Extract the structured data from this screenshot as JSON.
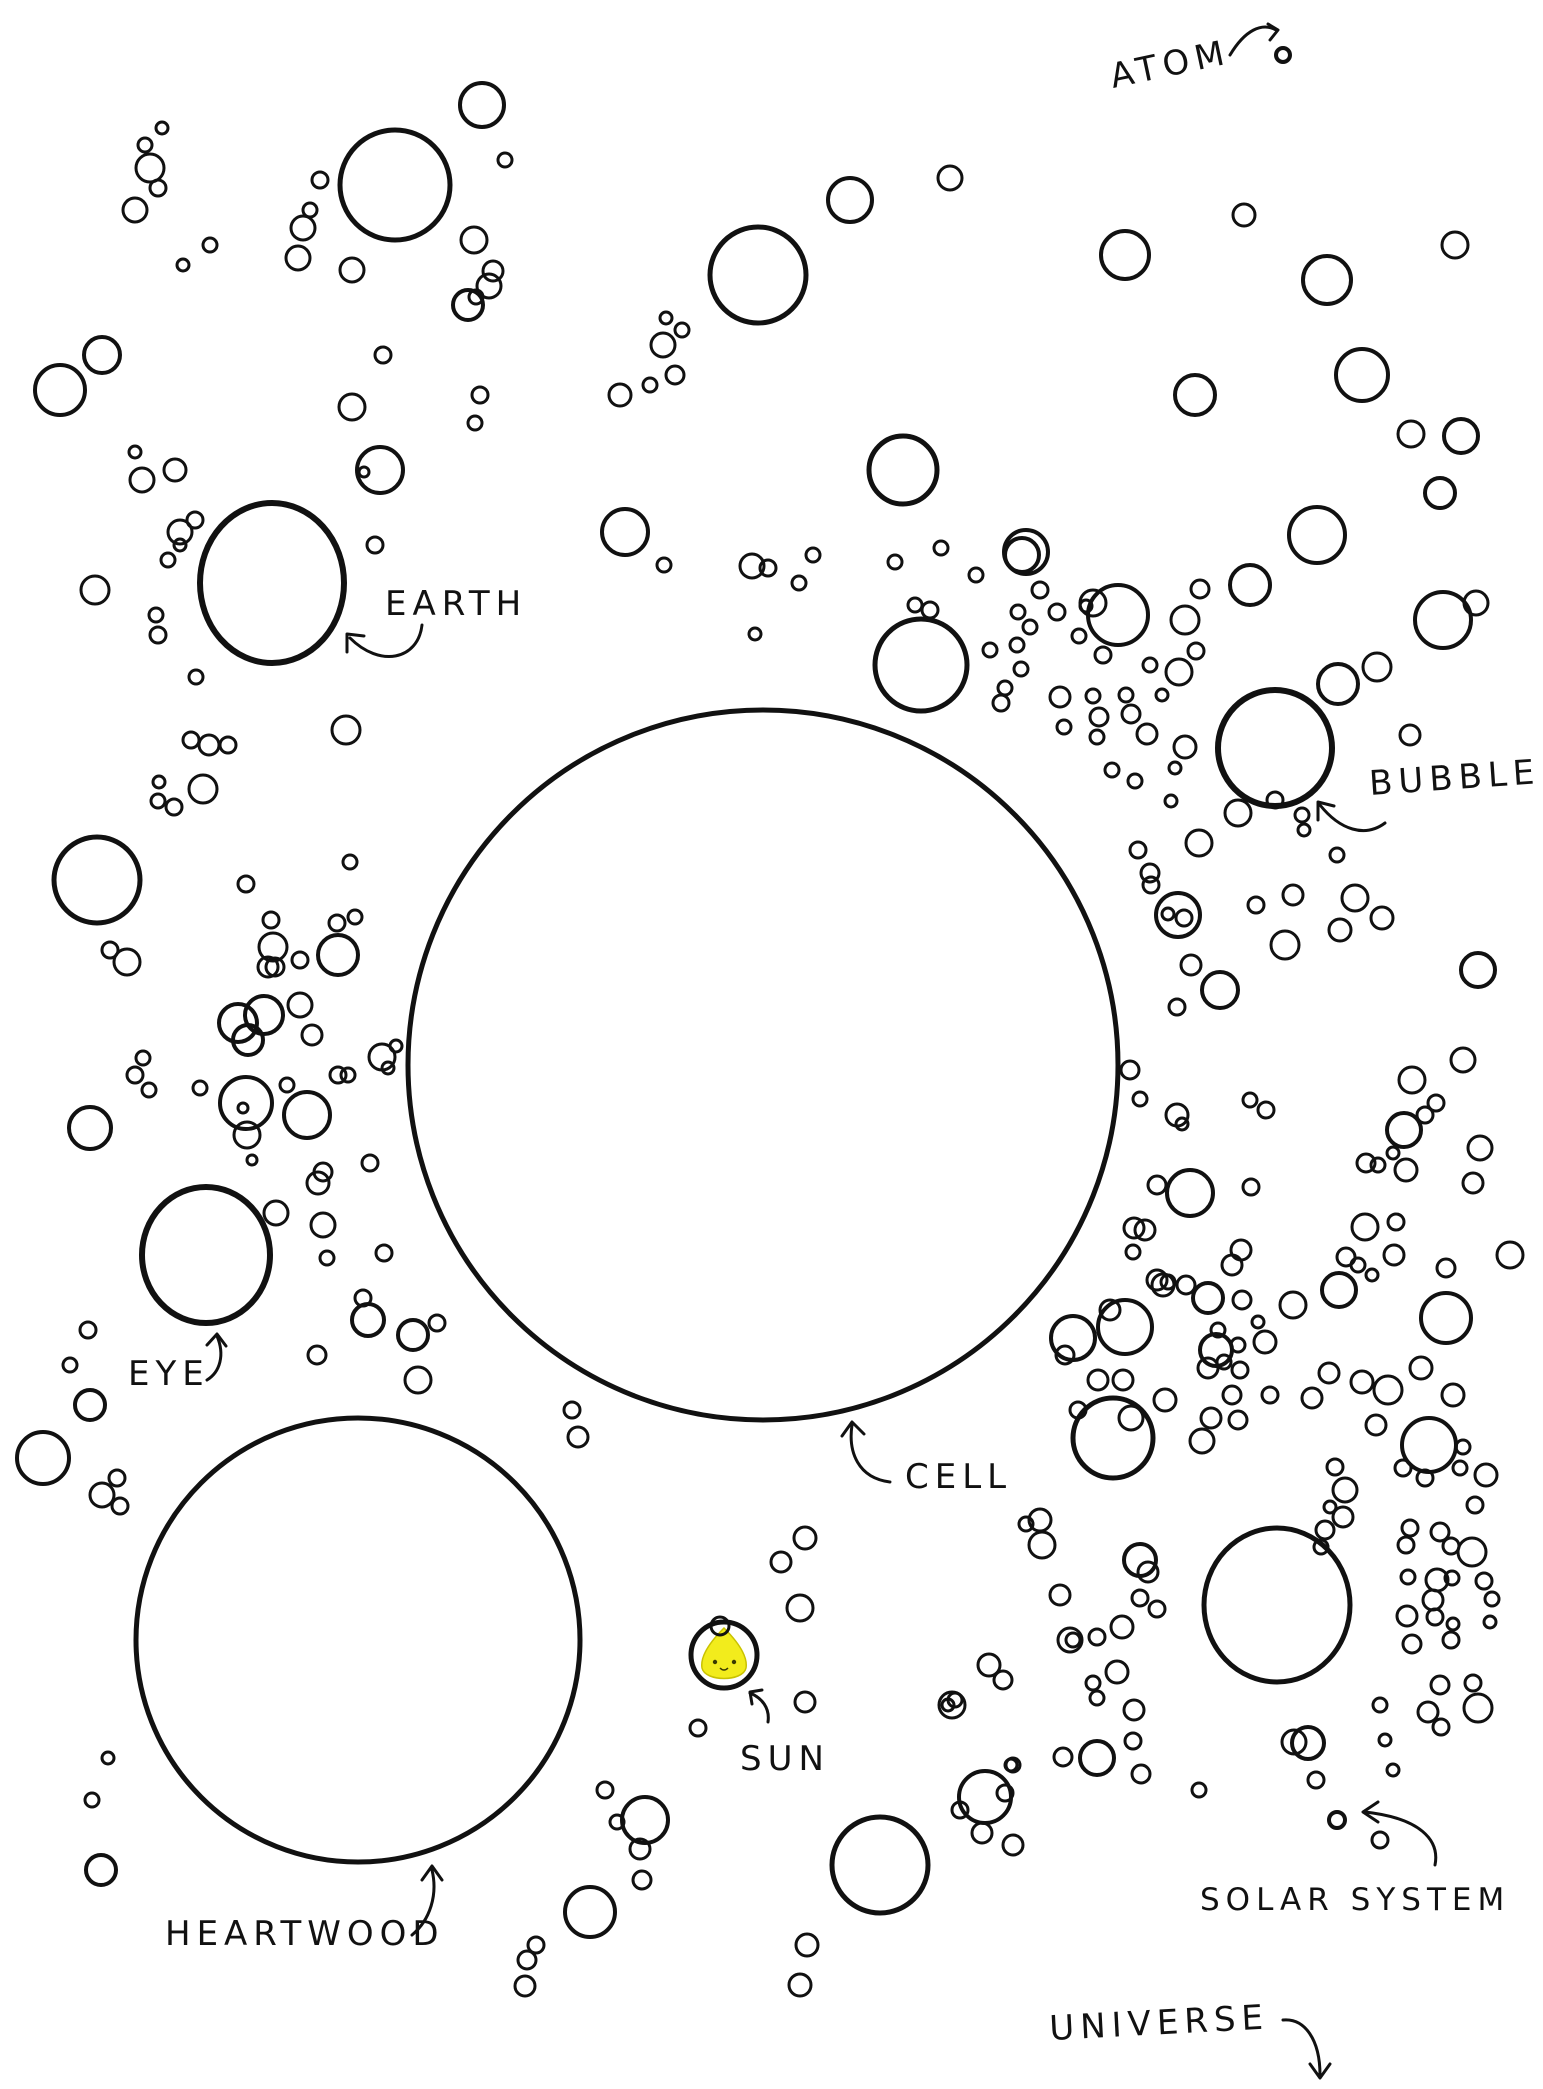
{
  "colors": {
    "ink": "#111111",
    "paper": "#ffffff",
    "sun_fill": "#f2ec1c",
    "sun_face": "#3a3a00"
  },
  "labels": {
    "atom": "ATOM",
    "earth": "EARTH",
    "bubble": "BUBBLE",
    "eye": "EYE",
    "cell": "CELL",
    "sun": "SUN",
    "heartwood": "HEARTWOOD",
    "solar_system": "SOLAR SYSTEM",
    "universe": "UNIVERSE"
  }
}
